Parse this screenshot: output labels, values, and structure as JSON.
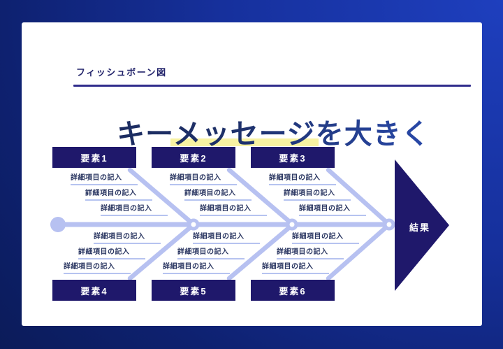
{
  "slide": {
    "kicker": "フィッシュボーン図",
    "heading": {
      "pre": "キー",
      "highlight": "メッセージ",
      "post": "を大きく"
    }
  },
  "diagram": {
    "type": "fishbone",
    "branches": [
      {
        "label": "要素1",
        "position": "top"
      },
      {
        "label": "要素2",
        "position": "top"
      },
      {
        "label": "要素3",
        "position": "top"
      },
      {
        "label": "要素4",
        "position": "bottom"
      },
      {
        "label": "要素5",
        "position": "bottom"
      },
      {
        "label": "要素6",
        "position": "bottom"
      }
    ],
    "details_per_branch": 3,
    "detail_label": "詳細項目の記入",
    "result_label": "結果"
  },
  "colors": {
    "background_bright": "#1e3fbe",
    "background_dark": "#081540",
    "card": "#ffffff",
    "box_navy": "#1f186b",
    "kicker_text": "#23246b",
    "kicker_rule": "#302c8c",
    "heading_start": "#1b2a5c",
    "heading_end": "#2c51c0",
    "highlight_yellow": "#f8f2a2",
    "bone": "#b7c1f1",
    "detail_underline": "#b6c3f0",
    "detail_text": "#2b3762",
    "result_text": "#ffffff"
  }
}
